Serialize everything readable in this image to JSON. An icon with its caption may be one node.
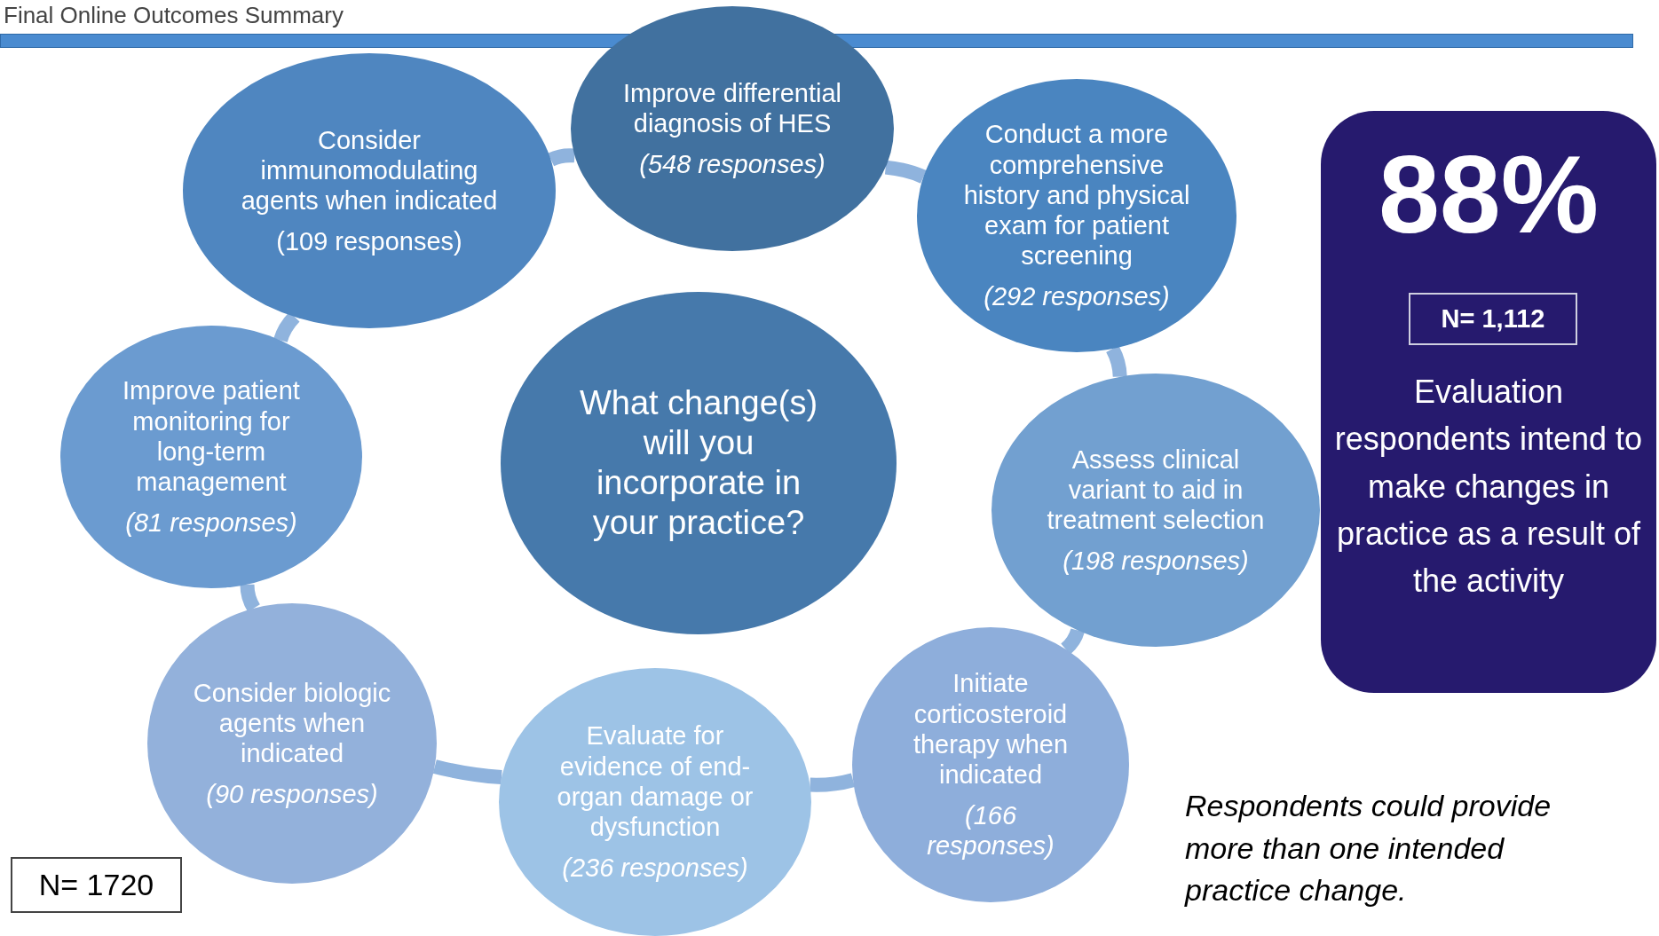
{
  "diagram": {
    "title": "Final Online Outcomes Summary",
    "nodes": [
      {
        "text": [
          "Consider immunomodulating agents when indicated",
          "(109 responses)"
        ]
      },
      {
        "text": [
          "Improve differential diagnosis of HES",
          "(548 responses)"
        ]
      },
      {
        "text": [
          "Conduct a more comprehensive history and physical exam for patient screening",
          "(292 responses)"
        ]
      },
      {
        "text": [
          "What change(s) will you incorporate in your practice?"
        ]
      },
      {
        "text": [
          "Improve patient monitoring for long-term management",
          "(81 responses)"
        ]
      },
      {
        "text": [
          "Assess clinical variant to aid in treatment selection",
          "(198 responses)"
        ]
      },
      {
        "text": [
          "88%",
          "Evaluation respondents intend to make changes in practice as a result of the activity"
        ]
      },
      {
        "text": [
          "N= 1,112"
        ],
        "in": 6
      },
      {
        "text": [
          "Consider biologic agents when indicated",
          "(90 responses)"
        ]
      },
      {
        "text": [
          "Evaluate for evidence of end-organ damage or dysfunction",
          "(236 responses)"
        ]
      },
      {
        "text": [
          "Initiate corticosteroid therapy when indicated",
          "(166 responses)"
        ]
      },
      {
        "text": [
          "N= 1720"
        ]
      }
    ],
    "edges": [
      {
        "from": 1,
        "to": 2,
        "arrow": "none"
      },
      {
        "from": 2,
        "to": 5,
        "arrow": "none"
      },
      {
        "from": 5,
        "to": 10,
        "arrow": "none"
      },
      {
        "from": 10,
        "to": 9,
        "arrow": "none"
      },
      {
        "from": 9,
        "to": 8,
        "arrow": "none"
      },
      {
        "from": 8,
        "to": 4,
        "arrow": "none"
      },
      {
        "from": 4,
        "to": 0,
        "arrow": "none"
      },
      {
        "from": 0,
        "to": 1,
        "arrow": "none"
      }
    ],
    "labels": [
      "Respondents could provide more than one intended practice change."
    ]
  }
}
